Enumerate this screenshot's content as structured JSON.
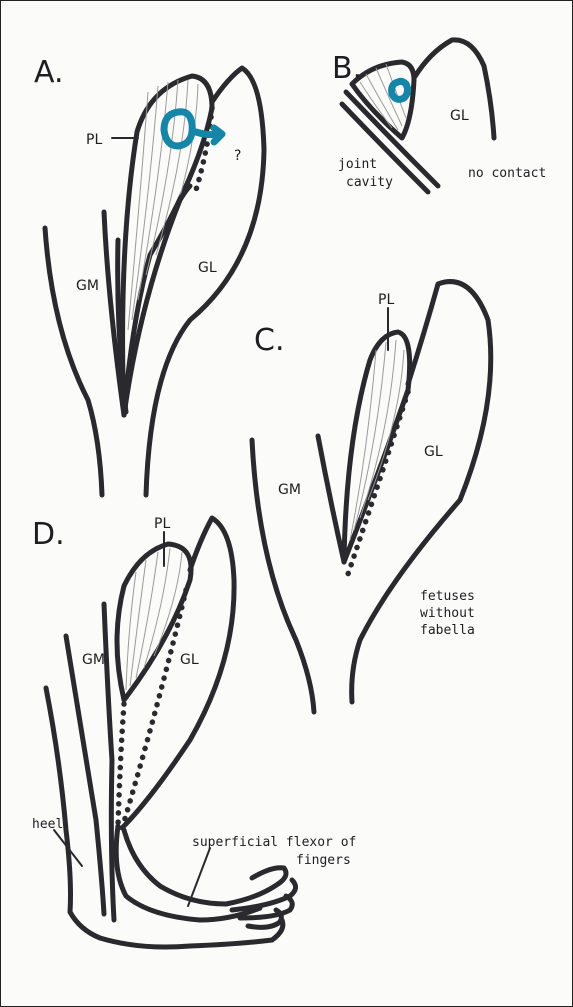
{
  "panels": {
    "a": {
      "letter": "A.",
      "pl": "PL",
      "gm": "GM",
      "gl": "GL",
      "question": "?"
    },
    "b": {
      "letter": "B.",
      "gl": "GL",
      "joint_line1": "joint",
      "joint_line2": "cavity",
      "no_contact": "no contact"
    },
    "c": {
      "letter": "C.",
      "pl": "PL",
      "gm": "GM",
      "gl": "GL",
      "note_line1": "fetuses",
      "note_line2": "without",
      "note_line3": "fabella"
    },
    "d": {
      "letter": "D.",
      "pl": "PL",
      "gm": "GM",
      "gl": "GL",
      "heel": "heel",
      "flexor_line1": "superficial flexor of",
      "flexor_line2": "fingers"
    }
  },
  "colors": {
    "ink": "#2a2a2e",
    "highlight": "#1585a8"
  }
}
